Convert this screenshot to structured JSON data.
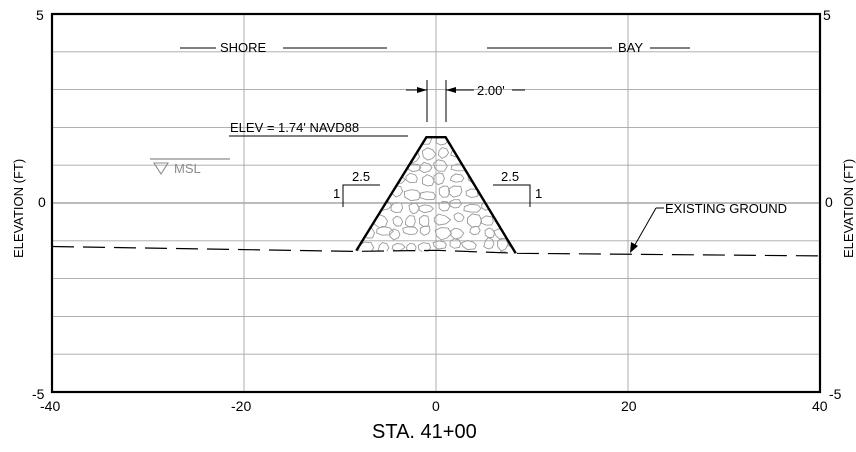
{
  "station_label": "STA. 41+00",
  "axis": {
    "ylabel": "ELEVATION (FT)",
    "x_ticks": [
      "-40",
      "-20",
      "0",
      "20",
      "40"
    ],
    "left_ticks": [
      "5",
      "0",
      "-5"
    ],
    "right_ticks": [
      "5",
      "0",
      "-5"
    ]
  },
  "annotations": {
    "shore": "SHORE",
    "bay": "BAY",
    "crest_width": "2.00'",
    "elev": "ELEV = 1.74' NAVD88",
    "msl": "MSL",
    "slope_run_left": "2.5",
    "slope_rise_left": "1",
    "slope_run_right": "2.5",
    "slope_rise_right": "1",
    "existing_ground": "EXISTING GROUND"
  },
  "chart_data": {
    "type": "cross-section",
    "x_range": [
      -40,
      40
    ],
    "y_range": [
      -5,
      5
    ],
    "x_ticks": [
      -40,
      -20,
      0,
      20,
      40
    ],
    "y_ticks": [
      -5,
      0,
      5
    ],
    "grid": true,
    "crest_elevation": 1.74,
    "crest_width": 2.0,
    "side_slope": "2.5H:1V",
    "existing_ground": [
      [
        -40,
        -1.15
      ],
      [
        -8.5,
        -1.28
      ],
      [
        0,
        -1.25
      ],
      [
        8.5,
        -1.33
      ],
      [
        40,
        -1.4
      ]
    ],
    "rock_section": [
      [
        -8.3,
        -1.26
      ],
      [
        -1.0,
        1.74
      ],
      [
        1.0,
        1.74
      ],
      [
        8.3,
        -1.33
      ]
    ],
    "msl_elevation": 0.85
  },
  "colors": {
    "line": "#000000",
    "grid": "#a6a6a6",
    "rock": "#9a9a9a",
    "msl": "#8c8c8c"
  }
}
